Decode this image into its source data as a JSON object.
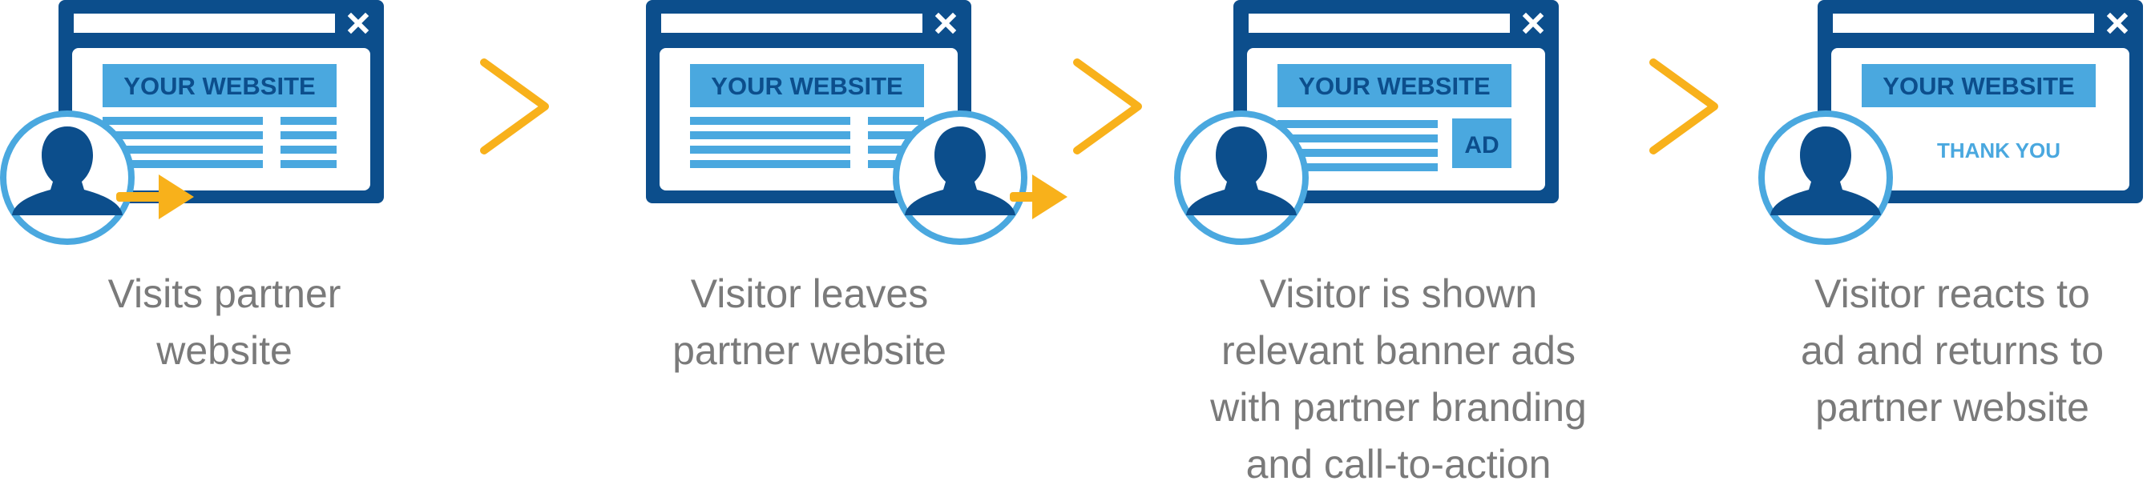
{
  "colors": {
    "dark_blue": "#0c4e8c",
    "light_blue": "#4aa8df",
    "white": "#ffffff",
    "orange": "#f8b11b",
    "caption_gray": "#7a7a7a"
  },
  "steps": [
    {
      "header_label": "YOUR WEBSITE",
      "caption_lines": [
        "Visits partner",
        "website"
      ]
    },
    {
      "header_label": "YOUR WEBSITE",
      "caption_lines": [
        "Visitor leaves",
        "partner website"
      ]
    },
    {
      "header_label": "YOUR WEBSITE",
      "ad_label": "AD",
      "caption_lines": [
        "Visitor is shown",
        "relevant banner ads",
        "with partner branding",
        "and call-to-action"
      ]
    },
    {
      "header_label": "YOUR WEBSITE",
      "thank_you_label": "THANK YOU",
      "caption_lines": [
        "Visitor reacts to",
        "ad and returns to",
        "partner website"
      ]
    }
  ],
  "icons": {
    "close": "close-icon",
    "user": "user-icon",
    "arrow": "arrow-right-icon",
    "chevron": "chevron-right-icon"
  }
}
